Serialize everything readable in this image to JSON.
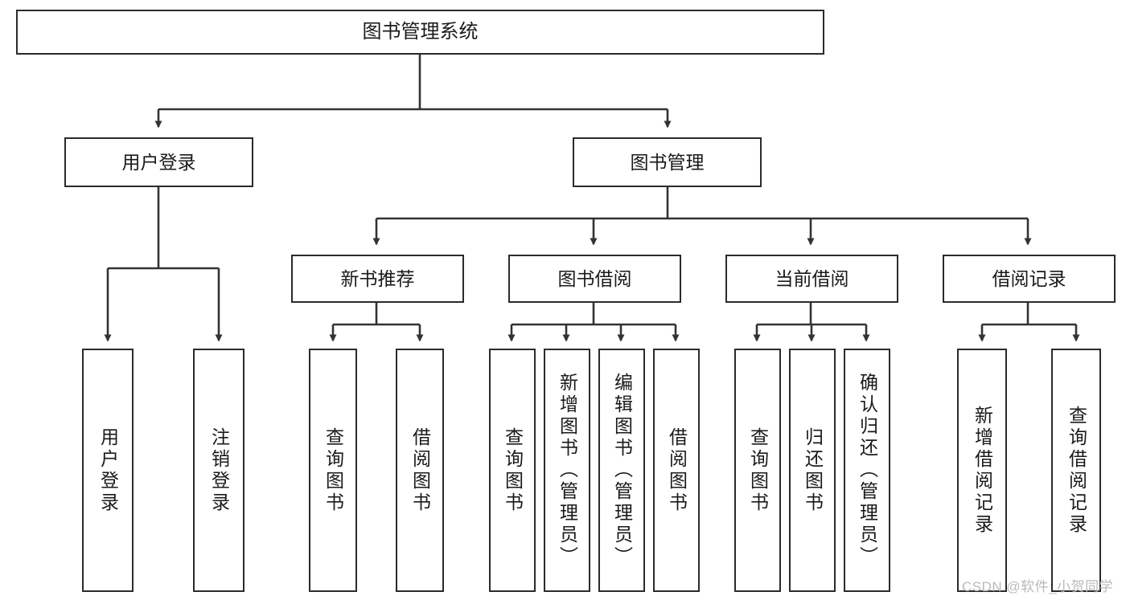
{
  "diagram": {
    "type": "hierarchy-tree",
    "title": "图书管理系统",
    "orientation": "top-down",
    "levels": 4,
    "colors": {
      "box_stroke": "#2b2b2b",
      "box_fill": "#ffffff",
      "connector": "#333333",
      "text": "#1a1a1a",
      "watermark": "#b9b9b9",
      "background": "#ffffff"
    },
    "root": {
      "label": "图书管理系统"
    },
    "level2": [
      {
        "label": "用户登录"
      },
      {
        "label": "图书管理"
      }
    ],
    "level3": [
      {
        "label": "新书推荐"
      },
      {
        "label": "图书借阅"
      },
      {
        "label": "当前借阅"
      },
      {
        "label": "借阅记录"
      }
    ],
    "leaves": {
      "user_login": [
        {
          "label": "用户登录"
        },
        {
          "label": "注销登录"
        }
      ],
      "new_book_recommend": [
        {
          "label": "查询图书"
        },
        {
          "label": "借阅图书"
        }
      ],
      "book_borrow": [
        {
          "label": "查询图书"
        },
        {
          "label": "新增图书（管理员）"
        },
        {
          "label": "编辑图书（管理员）"
        },
        {
          "label": "借阅图书"
        }
      ],
      "current_borrow": [
        {
          "label": "查询图书"
        },
        {
          "label": "归还图书"
        },
        {
          "label": "确认归还（管理员）"
        }
      ],
      "borrow_record": [
        {
          "label": "新增借阅记录"
        },
        {
          "label": "查询借阅记录"
        }
      ]
    }
  },
  "watermark": {
    "text": "CSDN @软件_小贺同学"
  }
}
